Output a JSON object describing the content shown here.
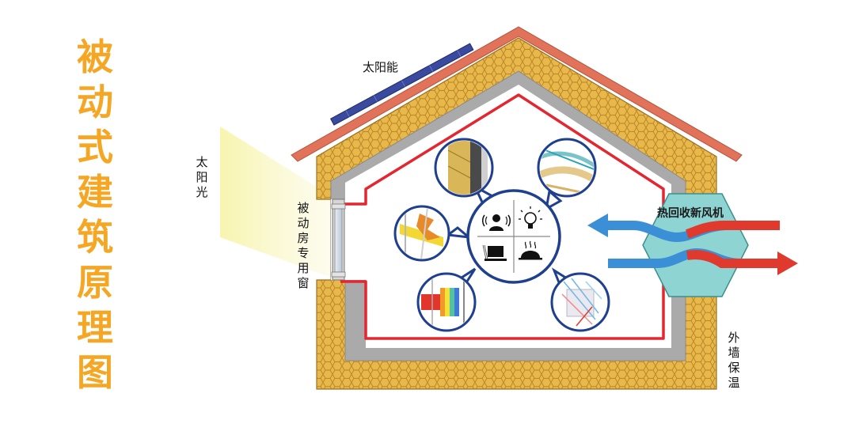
{
  "title_chars": [
    "被",
    "动",
    "式",
    "建",
    "筑",
    "原",
    "理",
    "图"
  ],
  "labels": {
    "solar_panel": "太阳能",
    "sunlight": "太阳光",
    "window": "被动房专用窗",
    "erv": "热回收新风机",
    "wall_insulation": "外墙保温"
  },
  "icons": {
    "center": [
      "person-speaking-icon",
      "light-bulb-icon",
      "computer-icon",
      "cooking-icon"
    ],
    "bubbles": [
      "wall-section-icon",
      "thermal-bridge-icon",
      "airtight-layer-icon",
      "insulation-diagram-icon",
      "ventilation-airflow-icon"
    ]
  },
  "colors": {
    "title": "#f5a623",
    "insulation": "#e8b84a",
    "roof": "#e0735a",
    "airtight_line": "#e3262f",
    "solar_panel": "#3a4a9e",
    "circle_border": "#1f3f8f",
    "erv_body": "#8ed4d2",
    "duct_blue": "#3b8fd6",
    "duct_red": "#e03a2e"
  }
}
